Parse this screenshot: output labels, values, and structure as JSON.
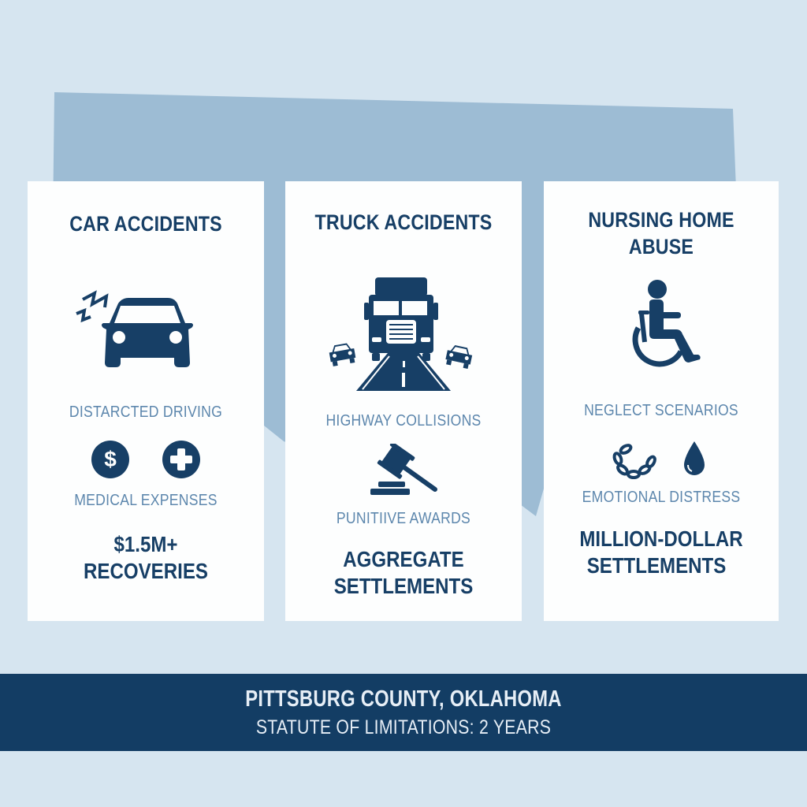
{
  "colors": {
    "background": "#d6e5f0",
    "map_fill": "#9dbcd4",
    "card_bg": "#fdfefe",
    "primary_navy": "#173f66",
    "secondary_blue": "#5d87ad",
    "banner_bg": "#133d64",
    "banner_text": "#e6eef6"
  },
  "background_map": {
    "region": "oklahoma-state-outline"
  },
  "cards": [
    {
      "title": "CAR ACCIDENTS",
      "main_icon": "car-crash-icon",
      "subtitle_1": "DISTARCTED DRIVING",
      "small_icons": [
        "dollar-circle-icon",
        "medical-cross-circle-icon"
      ],
      "subtitle_2": "MEDICAL EXPENSES",
      "result_line_1": "$1.5M+",
      "result_line_2": "RECOVERIES"
    },
    {
      "title": "TRUCK ACCIDENTS",
      "main_icon": "semi-truck-highway-icon",
      "subtitle_1": "HIGHWAY COLLISIONS",
      "small_icons": [
        "gavel-icon"
      ],
      "subtitle_2": "PUNITIIVE AWARDS",
      "result_line_1": "AGGREGATE",
      "result_line_2": "SETTLEMENTS"
    },
    {
      "title_line_1": "NURSING HOME",
      "title_line_2": "ABUSE",
      "main_icon": "wheelchair-icon",
      "subtitle_1": "NEGLECT SCENARIOS",
      "small_icons": [
        "broken-chain-icon",
        "tear-drop-icon"
      ],
      "subtitle_2": "EMOTIONAL DISTRESS",
      "result_line_1": "MILLION-DOLLAR",
      "result_line_2": "SETTLEMENTS"
    }
  ],
  "banner": {
    "line_1": "PITTSBURG COUNTY, OKLAHOMA",
    "line_2": "STATUTE OF LIMITATIONS: 2 YEARS"
  }
}
